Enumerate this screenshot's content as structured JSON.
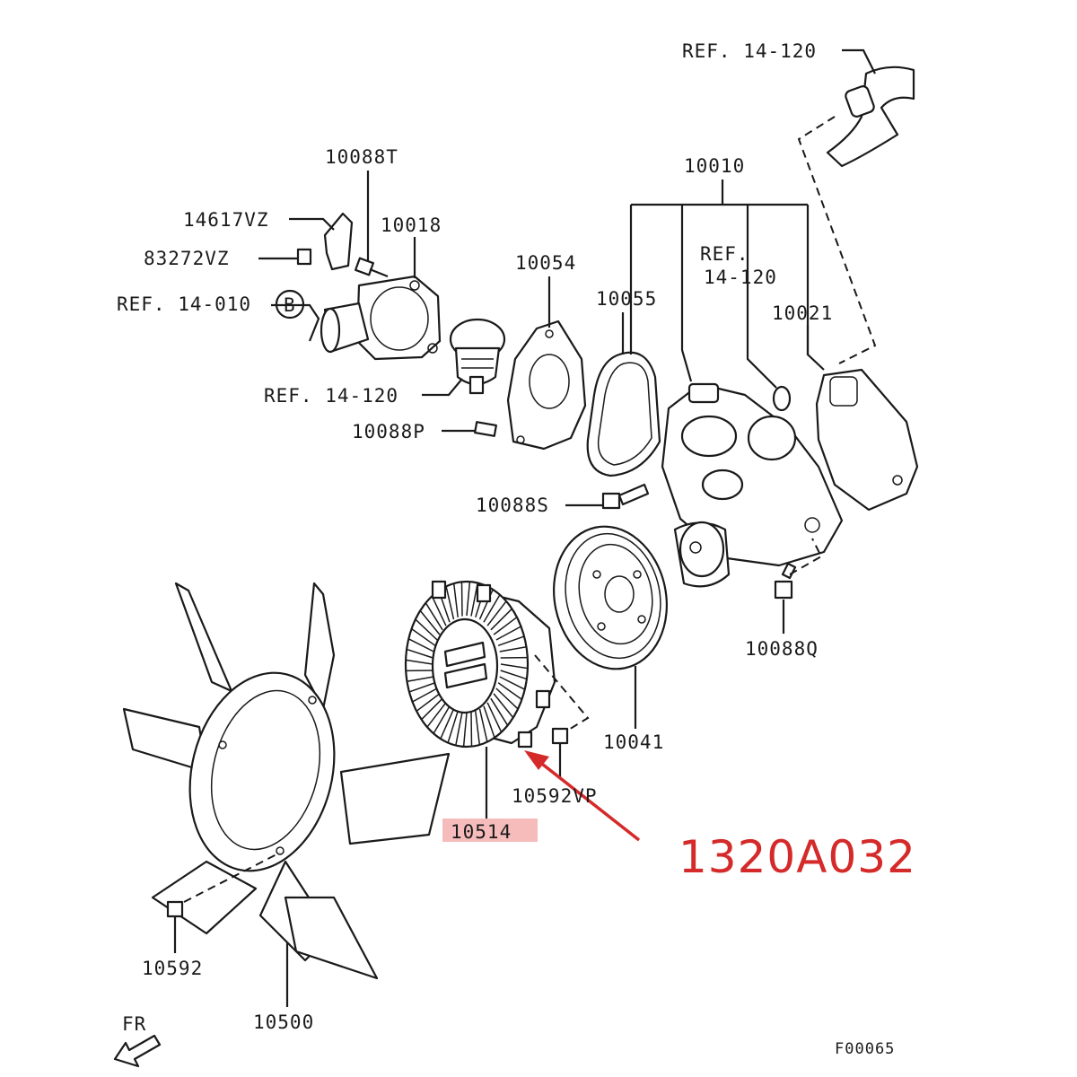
{
  "labels": {
    "ref_14_120_top": "REF. 14-120",
    "p10010": "10010",
    "p10088T": "10088T",
    "p14617VZ": "14617VZ",
    "p10018": "10018",
    "p83272VZ": "83272VZ",
    "p10054": "10054",
    "p10055": "10055",
    "ref_14_120_mid_a": "REF.",
    "ref_14_120_mid_b": "14-120",
    "p10021": "10021",
    "ref_14_010": "REF. 14-010",
    "circle_b": "B",
    "ref_14_120_thermo": "REF. 14-120",
    "p10088P": "10088P",
    "p10088S": "10088S",
    "p10088Q": "10088Q",
    "p10041": "10041",
    "p10592VP": "10592VP",
    "p10514": "10514",
    "p10592": "10592",
    "p10500": "10500",
    "fr": "FR",
    "figure_code": "F00065"
  },
  "callout": {
    "part_number": "1320A032",
    "color": "#d42a2a",
    "highlight_color": "#f6bcbc"
  }
}
